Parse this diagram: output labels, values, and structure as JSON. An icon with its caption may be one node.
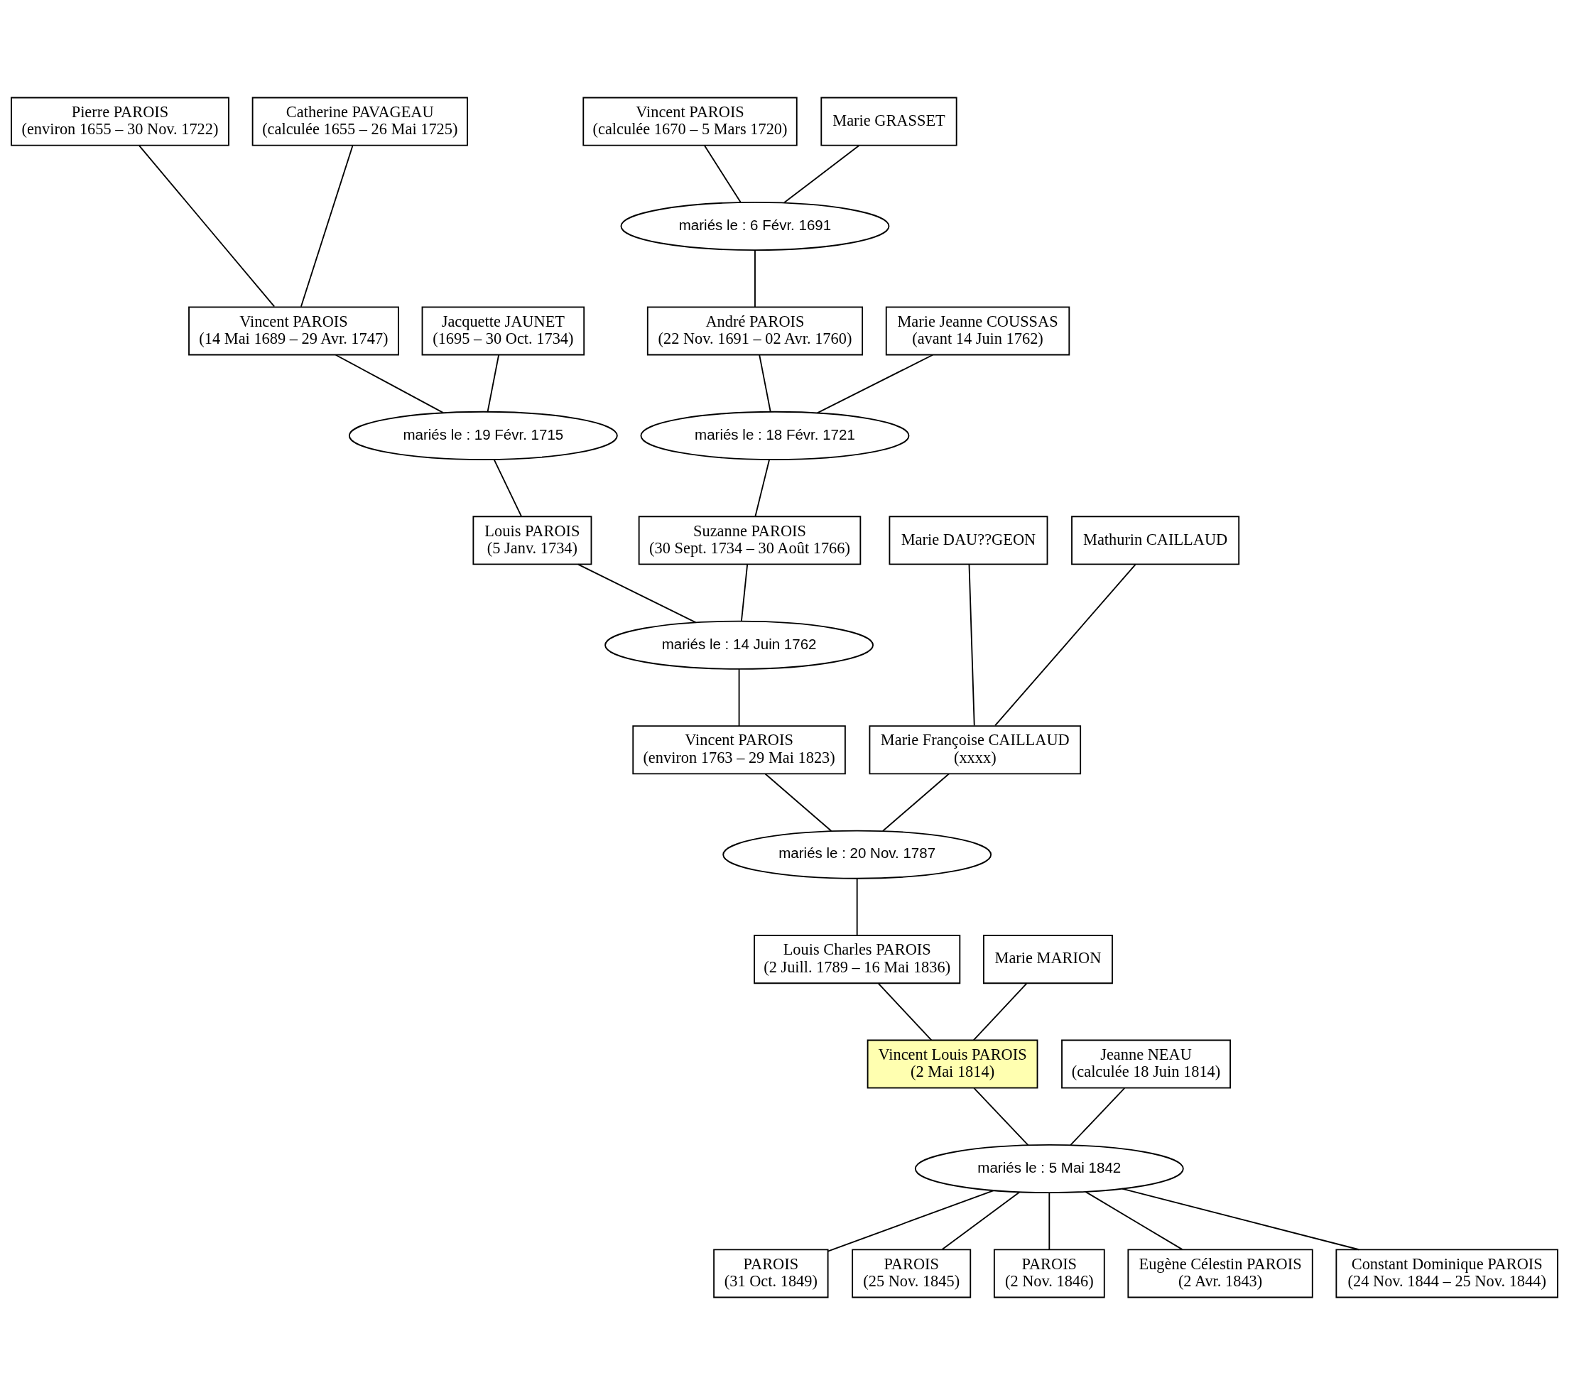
{
  "diagram": {
    "nodes": [
      {
        "text": [
          "Pierre PAROIS",
          "(environ 1655 – 30 Nov. 1722)"
        ]
      },
      {
        "text": [
          "Catherine PAVAGEAU",
          "(calculée 1655 – 26 Mai 1725)"
        ]
      },
      {
        "text": [
          "Vincent PAROIS",
          "(calculée 1670 – 5 Mars 1720)"
        ]
      },
      {
        "text": [
          "Marie GRASSET"
        ]
      },
      {
        "text": [
          "mariés le : 6 Févr. 1691"
        ]
      },
      {
        "text": [
          "Vincent PAROIS",
          "(14 Mai 1689 – 29 Avr. 1747)"
        ]
      },
      {
        "text": [
          "Jacquette JAUNET",
          "(1695 – 30 Oct. 1734)"
        ]
      },
      {
        "text": [
          "André PAROIS",
          "(22 Nov. 1691 – 02 Avr. 1760)"
        ]
      },
      {
        "text": [
          "Marie Jeanne COUSSAS",
          "(avant 14 Juin 1762)"
        ]
      },
      {
        "text": [
          "mariés le : 19 Févr. 1715"
        ]
      },
      {
        "text": [
          "mariés le : 18 Févr. 1721"
        ]
      },
      {
        "text": [
          "Louis PAROIS",
          "(5 Janv. 1734)"
        ]
      },
      {
        "text": [
          "Suzanne PAROIS",
          "(30 Sept. 1734 – 30 Août 1766)"
        ]
      },
      {
        "text": [
          "Mathurin CAILLAUD"
        ]
      },
      {
        "text": [
          "Marie DAU??GEON"
        ]
      },
      {
        "text": [
          "mariés le : 14 Juin 1762"
        ]
      },
      {
        "text": [
          "Vincent PAROIS",
          "(environ 1763 – 29 Mai 1823)"
        ]
      },
      {
        "text": [
          "Marie Françoise CAILLAUD",
          "(xxxx)"
        ]
      },
      {
        "text": [
          "mariés le : 20 Nov. 1787"
        ]
      },
      {
        "text": [
          "Louis Charles PAROIS",
          "(2 Juill. 1789 – 16 Mai 1836)"
        ]
      },
      {
        "text": [
          "Marie MARION"
        ]
      },
      {
        "text": [
          "Vincent Louis PAROIS",
          "(2 Mai 1814)"
        ]
      },
      {
        "text": [
          "Jeanne NEAU",
          "(calculée 18 Juin 1814)"
        ]
      },
      {
        "text": [
          "mariés le : 5 Mai 1842"
        ]
      },
      {
        "text": [
          "PAROIS",
          "(31 Oct. 1849)"
        ]
      },
      {
        "text": [
          "PAROIS",
          "(25 Nov. 1845)"
        ]
      },
      {
        "text": [
          "PAROIS",
          "(2 Nov. 1846)"
        ]
      },
      {
        "text": [
          "Eugène Célestin PAROIS",
          "(2 Avr. 1843)"
        ]
      },
      {
        "text": [
          "Constant Dominique PAROIS",
          "(24 Nov. 1844 – 25 Nov. 1844)"
        ]
      }
    ],
    "edges": [
      {
        "from": 0,
        "to": 5,
        "arrow": "none"
      },
      {
        "from": 1,
        "to": 5,
        "arrow": "none"
      },
      {
        "from": 2,
        "to": 4,
        "arrow": "none"
      },
      {
        "from": 3,
        "to": 4,
        "arrow": "none"
      },
      {
        "from": 4,
        "to": 7,
        "arrow": "none"
      },
      {
        "from": 5,
        "to": 9,
        "arrow": "none"
      },
      {
        "from": 6,
        "to": 9,
        "arrow": "none"
      },
      {
        "from": 7,
        "to": 10,
        "arrow": "none"
      },
      {
        "from": 8,
        "to": 10,
        "arrow": "none"
      },
      {
        "from": 9,
        "to": 11,
        "arrow": "none"
      },
      {
        "from": 10,
        "to": 12,
        "arrow": "none"
      },
      {
        "from": 11,
        "to": 15,
        "arrow": "none"
      },
      {
        "from": 12,
        "to": 15,
        "arrow": "none"
      },
      {
        "from": 13,
        "to": 17,
        "arrow": "none"
      },
      {
        "from": 14,
        "to": 17,
        "arrow": "none"
      },
      {
        "from": 15,
        "to": 16,
        "arrow": "none"
      },
      {
        "from": 16,
        "to": 18,
        "arrow": "none"
      },
      {
        "from": 17,
        "to": 18,
        "arrow": "none"
      },
      {
        "from": 18,
        "to": 19,
        "arrow": "none"
      },
      {
        "from": 19,
        "to": 21,
        "arrow": "none"
      },
      {
        "from": 20,
        "to": 21,
        "arrow": "none"
      },
      {
        "from": 21,
        "to": 23,
        "arrow": "none"
      },
      {
        "from": 22,
        "to": 23,
        "arrow": "none"
      },
      {
        "from": 23,
        "to": 24,
        "arrow": "none"
      },
      {
        "from": 23,
        "to": 25,
        "arrow": "none"
      },
      {
        "from": 23,
        "to": 26,
        "arrow": "none"
      },
      {
        "from": 23,
        "to": 27,
        "arrow": "none"
      },
      {
        "from": 23,
        "to": 28,
        "arrow": "none"
      }
    ]
  }
}
